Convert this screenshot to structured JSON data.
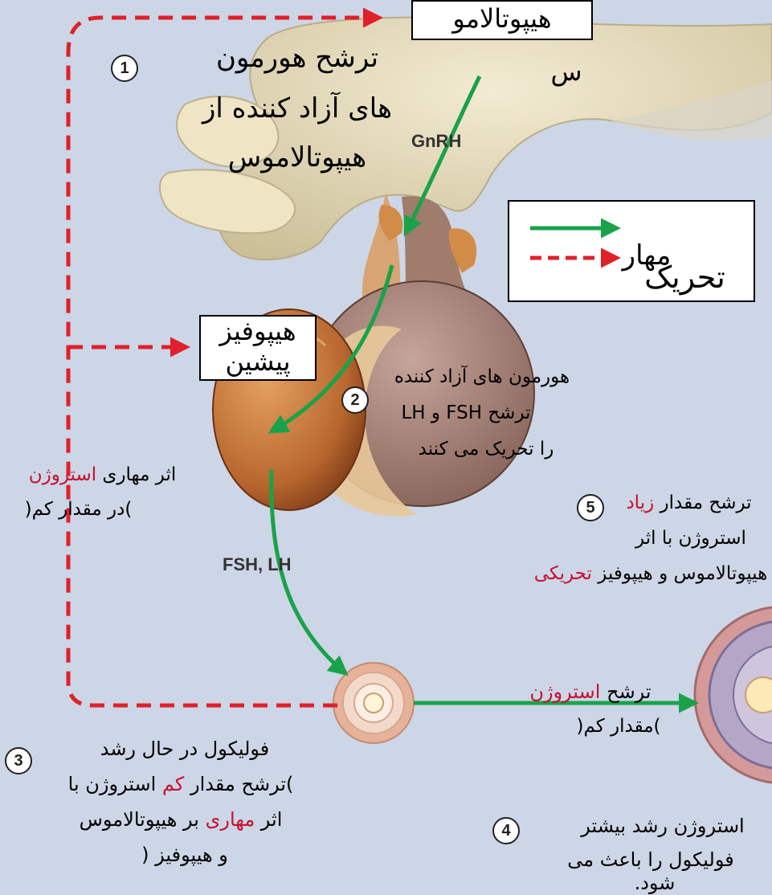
{
  "colors": {
    "background": "#ccd6e6",
    "stimulation_arrow": "#1aa24a",
    "inhibition_arrow": "#e0202a",
    "highlight_text": "#c8102e"
  },
  "hypothalamus_box": {
    "label": "هیپوتالامو",
    "overflow": "س"
  },
  "pituitary_box": {
    "line1": "هیپوفیز",
    "line2": "پیشین"
  },
  "gnrh_label": "GnRH",
  "fsh_lh_label": "FSH, LH",
  "legend": {
    "stimulation_icon": "green-solid-arrow",
    "inhibition_icon": "red-dashed-arrow",
    "stimulation_label": "تحریک",
    "inhibition_label": "مهار"
  },
  "steps": {
    "s1": {
      "number": "1",
      "lines": [
        "ترشح هورمون",
        "های آزاد کننده از",
        "هیپوتالاموس"
      ]
    },
    "s2": {
      "number": "2",
      "lines": [
        "هورمون های آزاد کننده",
        "ترشح FSH و LH",
        "را تحریک می کنند"
      ]
    },
    "s3": {
      "number": "3",
      "line1": "فولیکول در حال رشد",
      "line2_pre": ")ترشح مقدار ",
      "line2_red": "کم",
      "line2_post": " استروژن با",
      "line3_pre": "اثر ",
      "line3_red": "مهاری",
      "line3_post": " بر هیپوتالاموس",
      "line4": "و هیپوفیز ("
    },
    "s4": {
      "number": "4",
      "lines": [
        "استروژن رشد بیشتر",
        "فولیکول را باعث می",
        "شود."
      ]
    },
    "s5": {
      "number": "5",
      "line1_pre": "ترشح مقدار ",
      "line1_red": "زیاد",
      "line2": "استروژن با اثر",
      "line3_pre": "هیپوتالاموس و هیپوفیز",
      "line3_red": "تحریکی"
    }
  },
  "low_estrogen_effect": {
    "pre": "اثر مهاری ",
    "red": "استروژن",
    "line2": ")در مقدار کم("
  },
  "estrogen_secretion": {
    "pre": "ترشح ",
    "red": "استروژن",
    "line2": ")مقدار کم("
  }
}
